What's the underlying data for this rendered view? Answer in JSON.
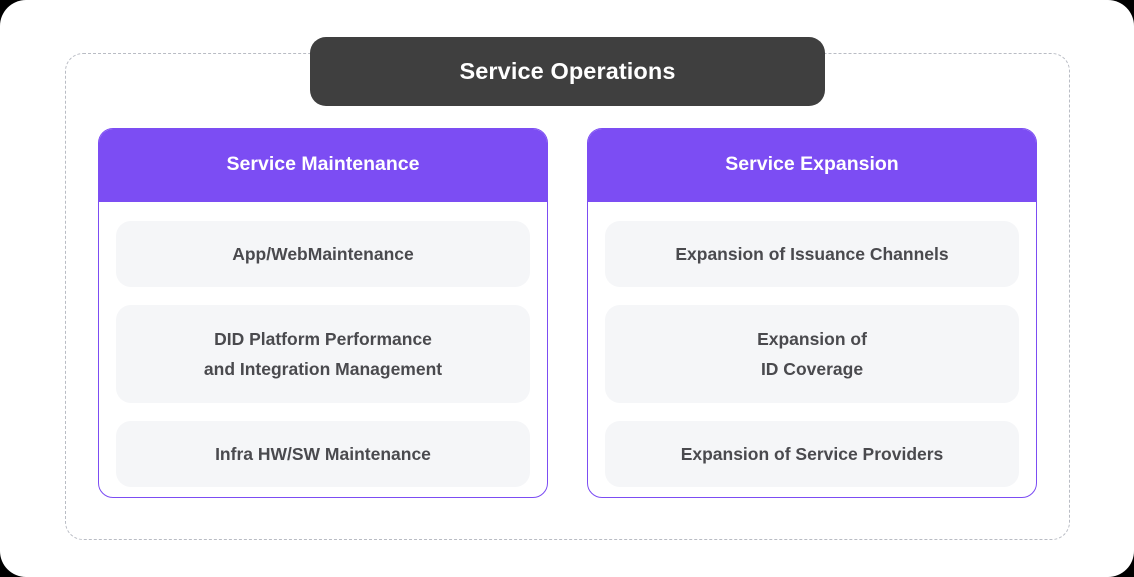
{
  "diagram": {
    "title": "Service Operations",
    "columns": [
      {
        "header": "Service Maintenance",
        "items": [
          {
            "text": "App/WebMaintenance",
            "lines": 1
          },
          {
            "text": "DID Platform Performance\nand Integration Management",
            "lines": 2
          },
          {
            "text": "Infra HW/SW Maintenance",
            "lines": 1
          }
        ]
      },
      {
        "header": "Service Expansion",
        "items": [
          {
            "text": "Expansion of Issuance Channels",
            "lines": 1
          },
          {
            "text": "Expansion of\nID Coverage",
            "lines": 2
          },
          {
            "text": "Expansion of Service Providers",
            "lines": 1
          }
        ]
      }
    ]
  },
  "colors": {
    "title_bg": "#3f3f3f",
    "title_text": "#ffffff",
    "column_header_bg": "#7c4df3",
    "column_header_text": "#ffffff",
    "card_border": "#7c4df3",
    "pill_bg": "#f5f6f8",
    "pill_text": "#4a4a4e",
    "dashed_border": "#b9bcc4",
    "page_bg": "#ffffff"
  }
}
